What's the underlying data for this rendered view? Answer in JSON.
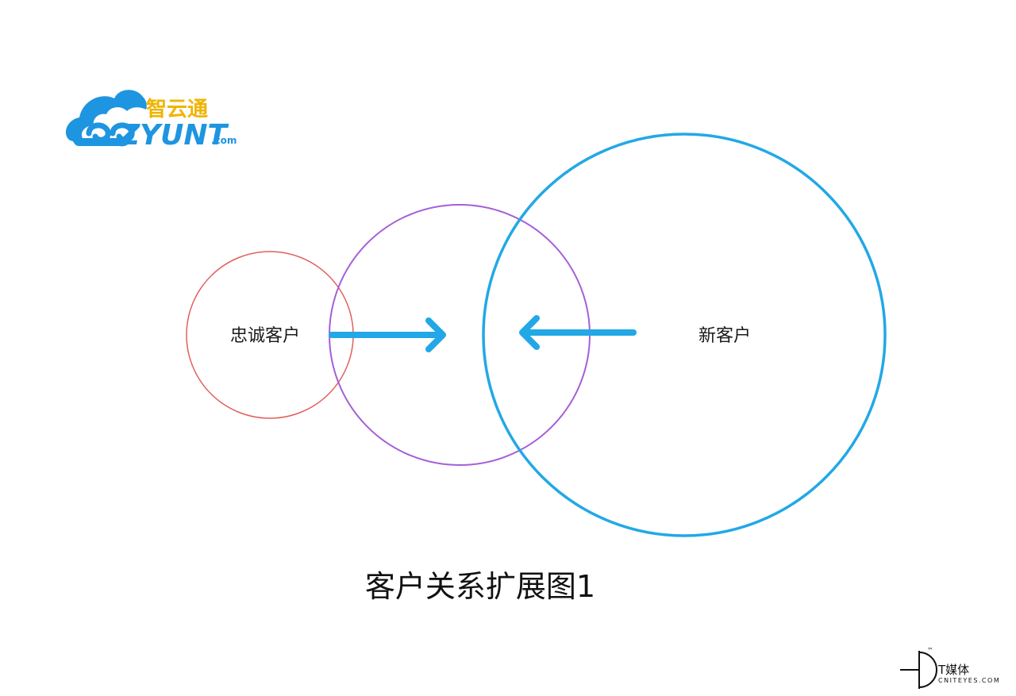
{
  "logo": {
    "cn_text": "智云通",
    "en_text": "ZYUNT",
    "domain_suffix": ".com",
    "cloud_color": "#1e95e0",
    "cn_color": "#f0b400",
    "en_color": "#1e95e0",
    "suffix_color": "#1e95e0"
  },
  "diagram": {
    "loyal_label": "忠诚客户",
    "new_label": "新客户",
    "caption": "客户关系扩展图1",
    "colors": {
      "loyal_circle": "#e0605c",
      "middle_circle": "#a55fd8",
      "new_circle": "#22a8e6",
      "arrows": "#22a8e6"
    }
  },
  "watermark": {
    "cn_text": "T媒体",
    "en_text": "CNITEYES.COM",
    "tm": "™"
  }
}
